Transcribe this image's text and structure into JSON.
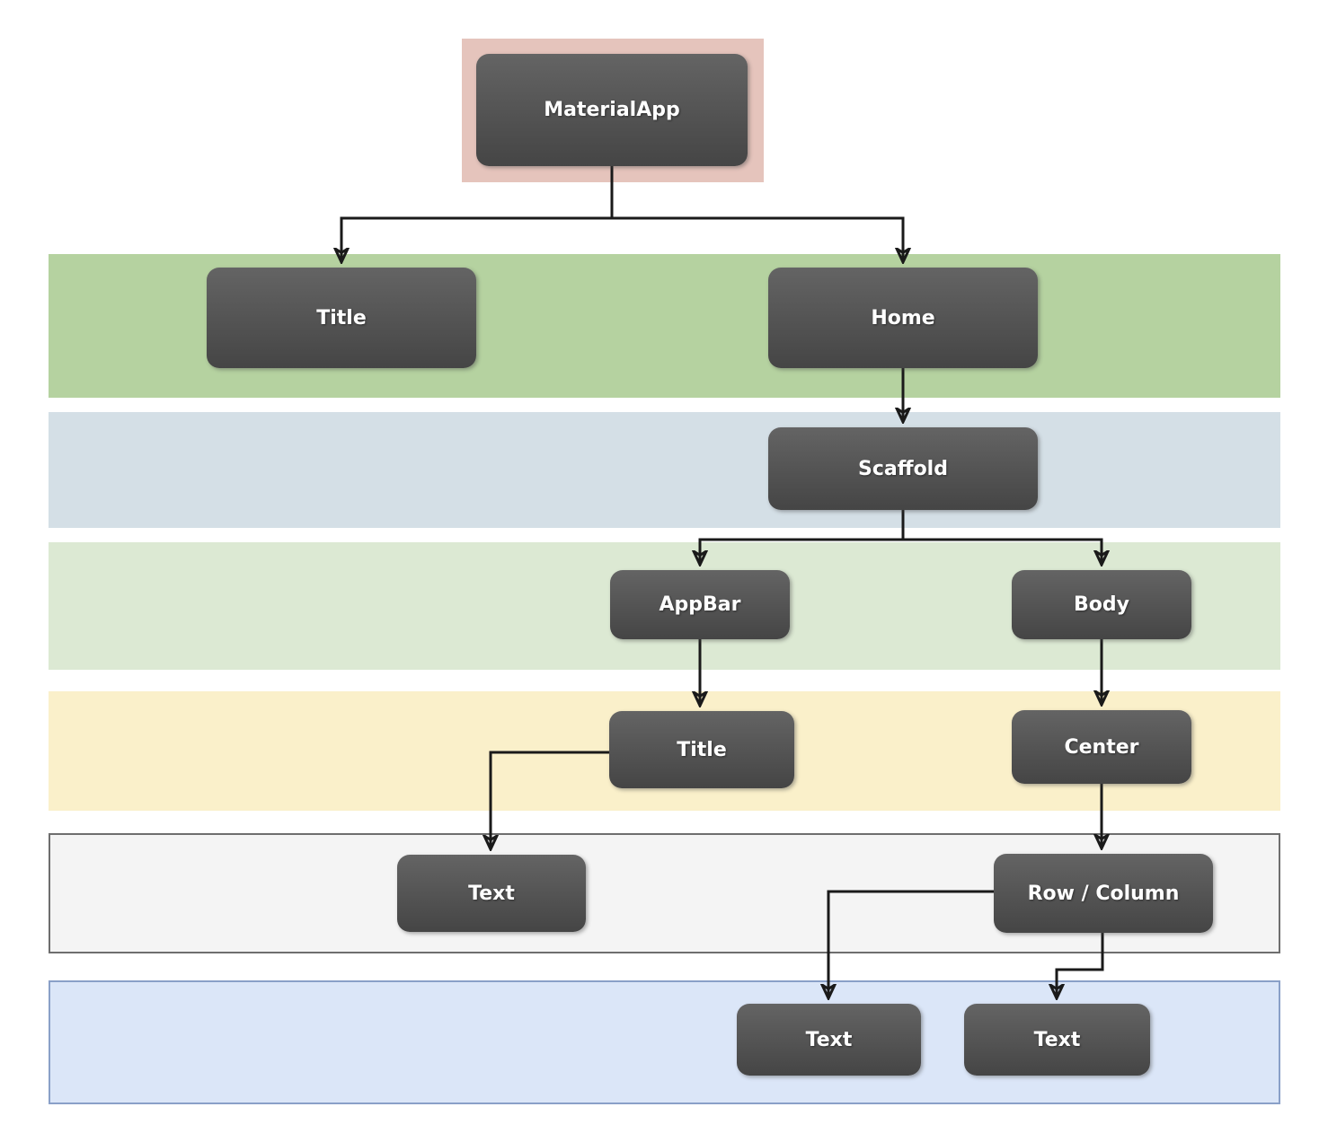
{
  "diagram": {
    "description": "Flutter widget tree diagram",
    "nodes": [
      {
        "id": "materialapp",
        "label": "MaterialApp",
        "level": 0
      },
      {
        "id": "title-property",
        "label": "Title",
        "level": 1
      },
      {
        "id": "home-property",
        "label": "Home",
        "level": 1
      },
      {
        "id": "scaffold",
        "label": "Scaffold",
        "level": 2
      },
      {
        "id": "appbar",
        "label": "AppBar",
        "level": 3
      },
      {
        "id": "body",
        "label": "Body",
        "level": 3
      },
      {
        "id": "appbar-title",
        "label": "Title",
        "level": 4
      },
      {
        "id": "center",
        "label": "Center",
        "level": 4
      },
      {
        "id": "appbar-title-text",
        "label": "Text",
        "level": 5
      },
      {
        "id": "row-column",
        "label": "Row / Column",
        "level": 5
      },
      {
        "id": "row-text-1",
        "label": "Text",
        "level": 6
      },
      {
        "id": "row-text-2",
        "label": "Text",
        "level": 6
      }
    ],
    "edges": [
      {
        "from": "materialapp",
        "to": "title-property"
      },
      {
        "from": "materialapp",
        "to": "home-property"
      },
      {
        "from": "home-property",
        "to": "scaffold"
      },
      {
        "from": "scaffold",
        "to": "appbar"
      },
      {
        "from": "scaffold",
        "to": "body"
      },
      {
        "from": "appbar",
        "to": "appbar-title"
      },
      {
        "from": "body",
        "to": "center"
      },
      {
        "from": "appbar-title",
        "to": "appbar-title-text"
      },
      {
        "from": "center",
        "to": "row-column"
      },
      {
        "from": "row-column",
        "to": "row-text-1"
      },
      {
        "from": "row-column",
        "to": "row-text-2"
      }
    ],
    "colors": {
      "root_highlight": "#e5c4bc",
      "band_level_1": "#b5d2a0",
      "band_level_2": "#d4dfe6",
      "band_level_3": "#dce9d3",
      "band_level_4": "#faf0ca",
      "band_level_5_fill": "#f4f4f4",
      "band_level_5_border": "#6e6e6e",
      "band_level_6_fill": "#dbe6f8",
      "band_level_6_border": "#8aa0c8",
      "node_fill_top": "#646464",
      "node_fill_bottom": "#454545",
      "node_text": "#ffffff",
      "connector": "#1a1a1a"
    }
  }
}
